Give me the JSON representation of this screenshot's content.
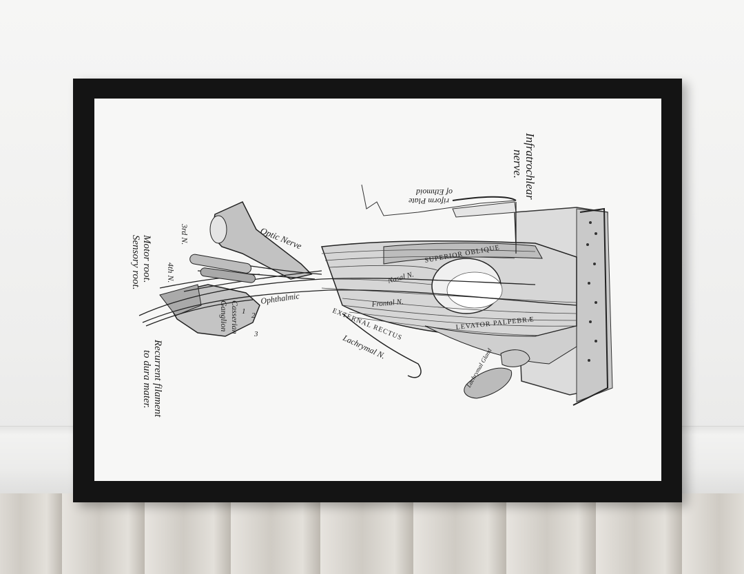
{
  "labels": {
    "infratrochlear": "Infratrochlear",
    "infratrochlear_2": "nerve.",
    "cribriform": "riform Plate",
    "ethmoid": "of Ethmoid",
    "optic_nerve": "Optic Nerve",
    "third_n": "3rd N.",
    "fourth_n": "4th N.",
    "motor_root": "Motor root.",
    "sensory_root": "Sensory root.",
    "ophthalmic": "Ophthalmic",
    "casserian": "Casserian",
    "ganglion": "Ganglion",
    "nasal": "Nasal N.",
    "frontal": "Frontal N.",
    "superior_oblique": "SUPERIOR OBLIQUE",
    "external_rectus": "EXTERNAL RECTUS",
    "levator": "LEVATOR PALPEBRÆ",
    "lachrymal": "Lachrymal N.",
    "recurrent": "Recurrent filament",
    "dura": "to dura mater.",
    "lachrymal_gland": "Lachrymal Gland",
    "num_1": "1",
    "num_2": "2",
    "num_3": "3"
  }
}
